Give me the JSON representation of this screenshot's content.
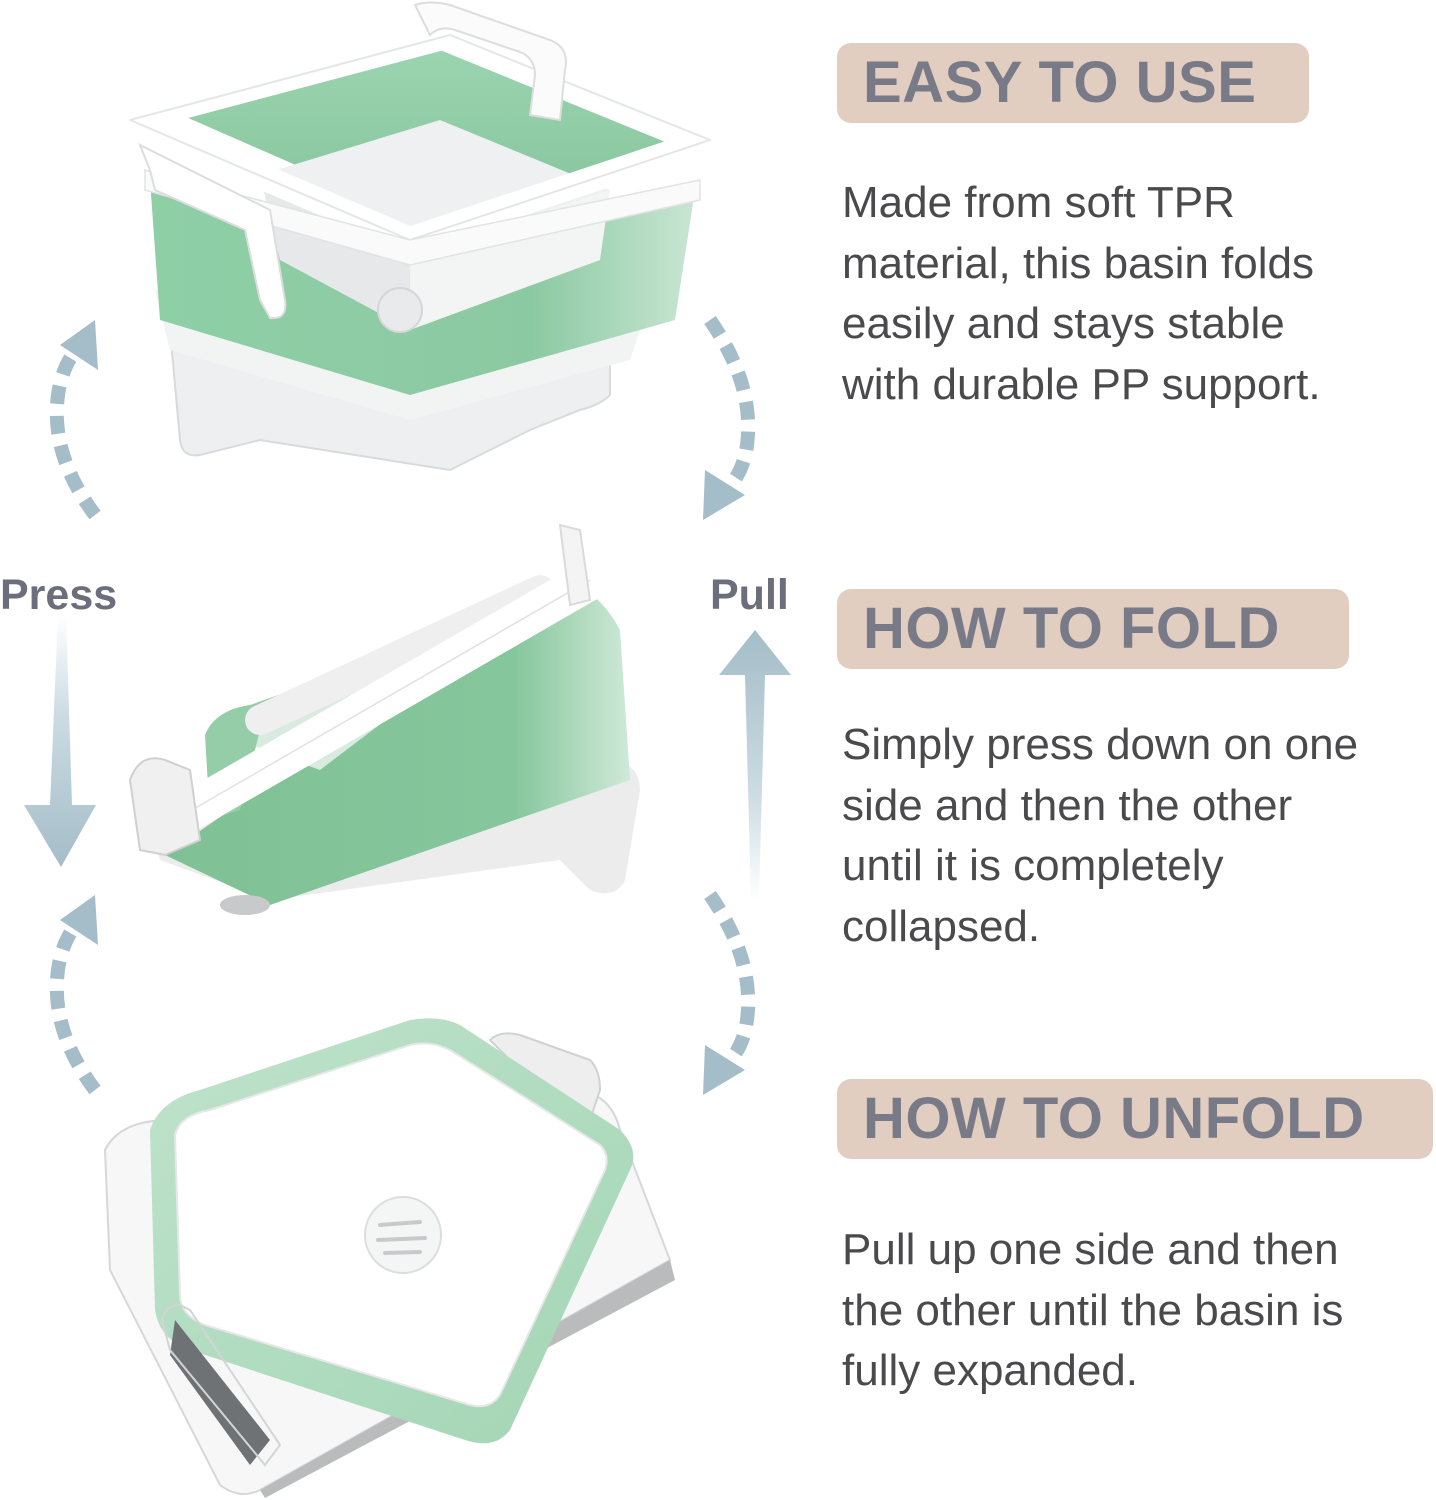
{
  "colors": {
    "badge_bg": "#e2cdc1",
    "badge_text": "#787b87",
    "body_text": "#4a4a4c",
    "arrow": "#a4bdc8",
    "label_text": "#6c6e7b",
    "basin_green": "#86c9a0",
    "basin_white": "#f4f5f5"
  },
  "illustration": {
    "press_label": "Press",
    "pull_label": "Pull",
    "images": [
      {
        "name": "expanded-basin",
        "description": "Fully expanded green and white collapsible basin with handles"
      },
      {
        "name": "half-folded-basin",
        "description": "Basin being pressed down, partially collapsed"
      },
      {
        "name": "collapsed-basin",
        "description": "Fully collapsed flat basin with drain plug"
      }
    ]
  },
  "sections": [
    {
      "heading": "EASY TO USE",
      "lines": [
        "Made from soft TPR",
        "material, this basin folds",
        "easily and stays stable",
        "with durable PP support."
      ]
    },
    {
      "heading": "HOW TO FOLD",
      "lines": [
        "Simply press down on one",
        "side and then the other",
        "until it is completely",
        "collapsed."
      ]
    },
    {
      "heading": "HOW TO UNFOLD",
      "lines": [
        "Pull up one side and then",
        "the other until the basin is",
        "fully expanded."
      ]
    }
  ]
}
